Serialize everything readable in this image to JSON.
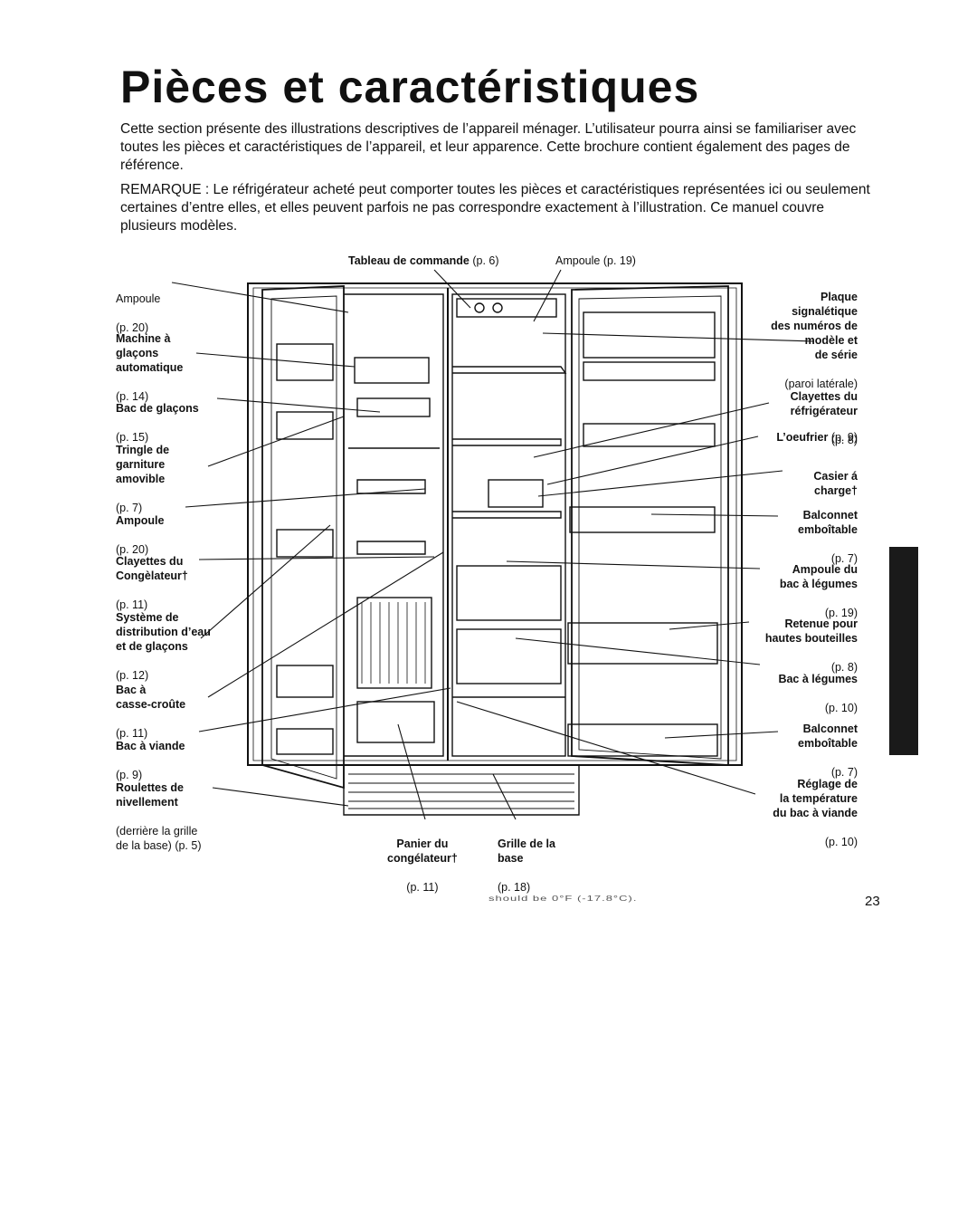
{
  "page": {
    "title": "Pièces et caractéristiques",
    "intro": "Cette section présente des illustrations descriptives de l’appareil ménager. L’utilisateur pourra ainsi se familiariser avec toutes les pièces et caractéristiques de l’appareil, et leur apparence. Cette brochure contient également des pages de référence.",
    "remark": "REMARQUE : Le réfrigérateur acheté peut comporter toutes les pièces et caractéristiques représentées ici ou seulement certaines d’entre elles, et elles peuvent parfois ne pas correspondre exactement à l’illustration. Ce manuel couvre plusieurs modèles.",
    "page_number": "23",
    "footer_fragment": "should be 0°F (-17.8°C)."
  },
  "labels": {
    "top": {
      "control_panel": {
        "name": "Tableau de commande",
        "page": "(p. 6)"
      },
      "light_top": {
        "name": "Ampoule",
        "page": "(p. 19)"
      }
    },
    "left": [
      {
        "name": "Ampoule",
        "page": "(p. 20)"
      },
      {
        "name": "Machine à\nglaçons\nautomatique",
        "page": "(p. 14)"
      },
      {
        "name": "Bac de glaçons",
        "page": "(p. 15)"
      },
      {
        "name": "Tringle de\ngarniture\namovible",
        "page": "(p. 7)"
      },
      {
        "name": "Ampoule",
        "page": "(p. 20)"
      },
      {
        "name": "Clayettes du\nCongèlateur†",
        "page": "(p. 11)"
      },
      {
        "name": "Système de\ndistribution d’eau\net de glaçons",
        "page": "(p. 12)"
      },
      {
        "name": "Bac à\ncasse-croûte",
        "page": "(p. 11)"
      },
      {
        "name": "Bac à viande",
        "page": "(p. 9)"
      },
      {
        "name": "Roulettes de\nnivellement",
        "page": "(derrière la grille\nde la base) (p. 5)"
      }
    ],
    "right": [
      {
        "name": "Plaque\nsignalétique\ndes numéros de\nmodèle et\nde série",
        "page": "(paroi latérale)"
      },
      {
        "name": "Clayettes du\nréfrigérateur",
        "page": "(p. 8)"
      },
      {
        "name": "L’oeufrier",
        "page": "(p. 9)"
      },
      {
        "name": "Casier á\ncharge†",
        "page": ""
      },
      {
        "name": "Balconnet\nemboîtable",
        "page": "(p. 7)"
      },
      {
        "name": "Ampoule du\nbac à légumes",
        "page": "(p. 19)"
      },
      {
        "name": "Retenue pour\nhautes bouteilles",
        "page": "(p. 8)"
      },
      {
        "name": "Bac à légumes",
        "page": "(p. 10)"
      },
      {
        "name": "Balconnet\nemboîtable",
        "page": "(p. 7)"
      },
      {
        "name": "Réglage de\nla température\ndu bac à viande",
        "page": "(p. 10)"
      }
    ],
    "bottom": [
      {
        "name": "Panier du\ncongélateur†",
        "page": "(p. 11)"
      },
      {
        "name": "Grille de la\nbase",
        "page": "(p. 18)"
      }
    ]
  },
  "colors": {
    "ink": "#111111",
    "paper": "#ffffff",
    "tab": "#1a1a1a"
  }
}
